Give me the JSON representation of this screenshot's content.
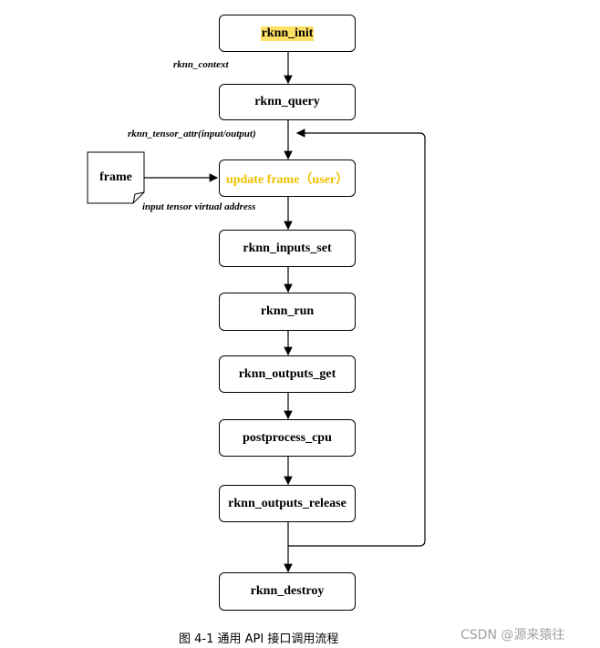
{
  "nodes": {
    "init": "rknn_init",
    "query": "rknn_query",
    "update": "update frame（user）",
    "inputs_set": "rknn_inputs_set",
    "run": "rknn_run",
    "outputs_get": "rknn_outputs_get",
    "postprocess": "postprocess_cpu",
    "outputs_release": "rknn_outputs_release",
    "destroy": "rknn_destroy"
  },
  "frame": "frame",
  "edge_labels": {
    "context": "rknn_context",
    "tensor_attr": "rknn_tensor_attr(input/output)",
    "virtual_address": "input tensor virtual address"
  },
  "caption": "图 4-1  通用 API 接口调用流程",
  "watermark": "CSDN @源来猿往",
  "colors": {
    "highlight": "#ffe066",
    "update_text": "#f2c100"
  }
}
